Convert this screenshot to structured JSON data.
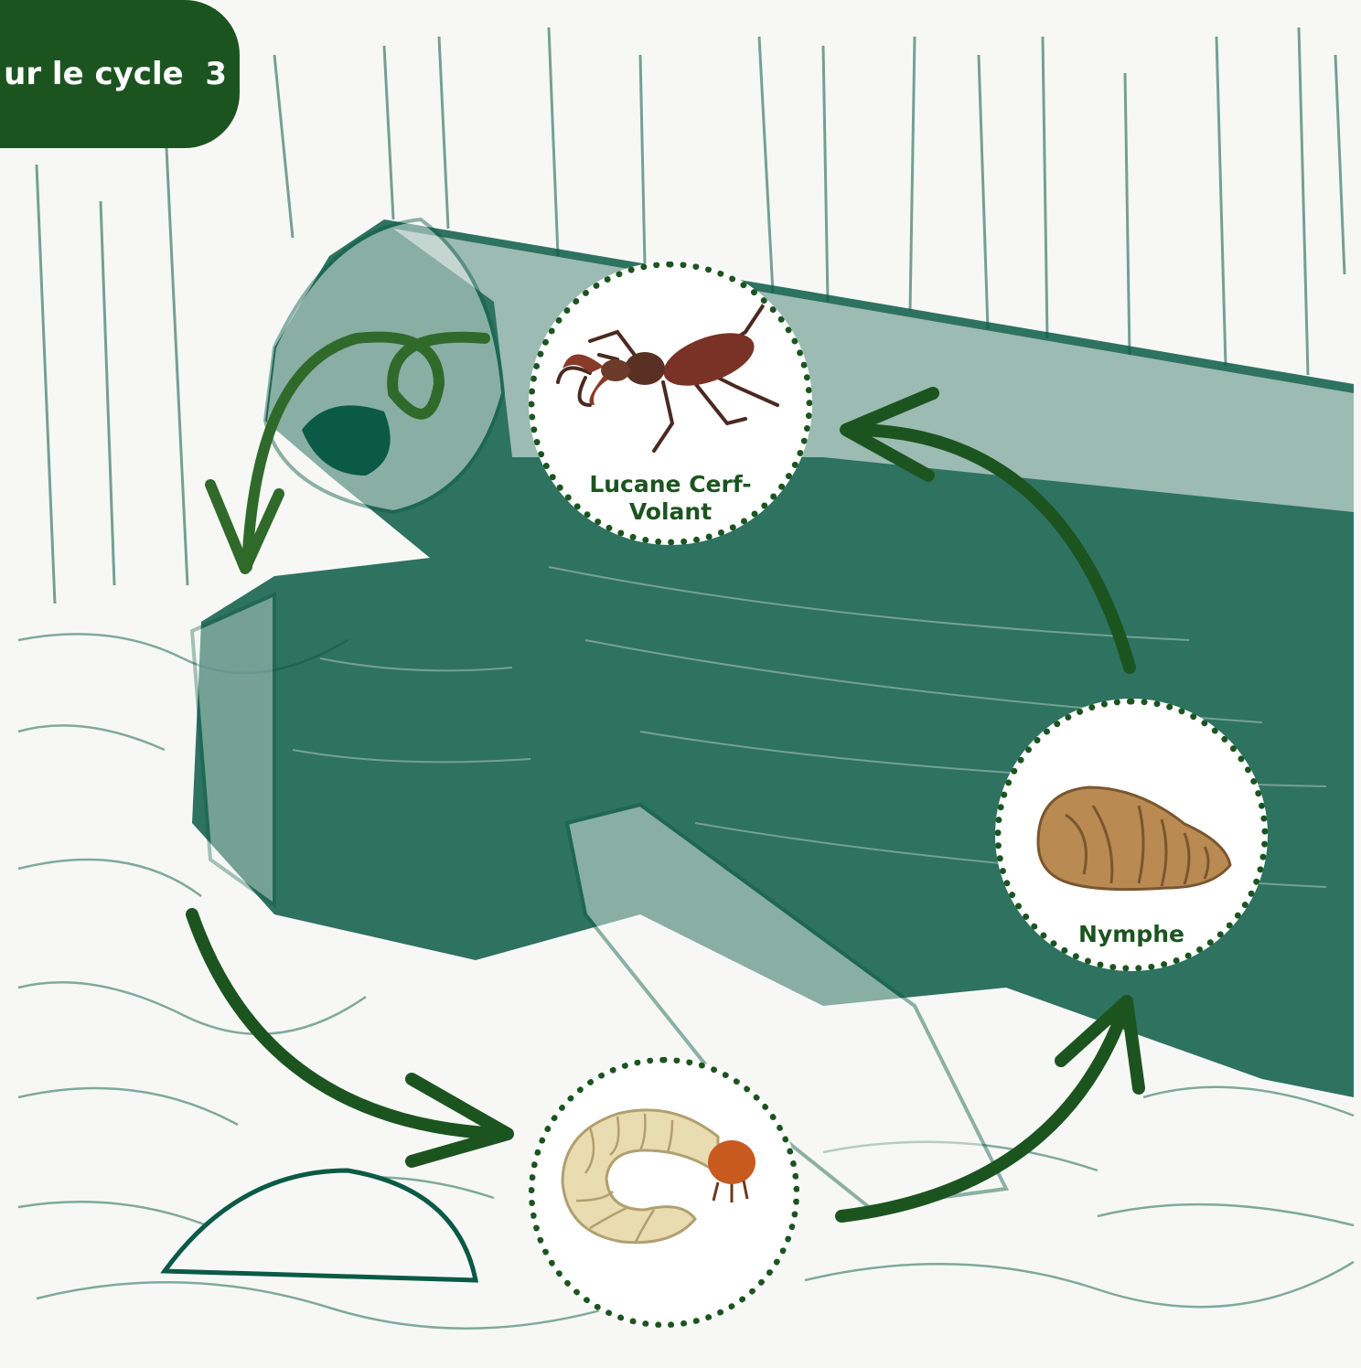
{
  "header": {
    "title": "ur le cycle  3"
  },
  "stages": [
    {
      "id": "adult",
      "label": "Lucane Cerf-Volant",
      "icon": "stag-beetle-icon"
    },
    {
      "id": "pupa",
      "label": "Nymphe",
      "icon": "pupa-icon"
    },
    {
      "id": "larva",
      "label": "",
      "icon": "larva-icon"
    }
  ],
  "colors": {
    "badge": "#1c5420",
    "sketch": "#0a5a45",
    "arrow": "#1c5420",
    "background": "#f7f8f6"
  }
}
